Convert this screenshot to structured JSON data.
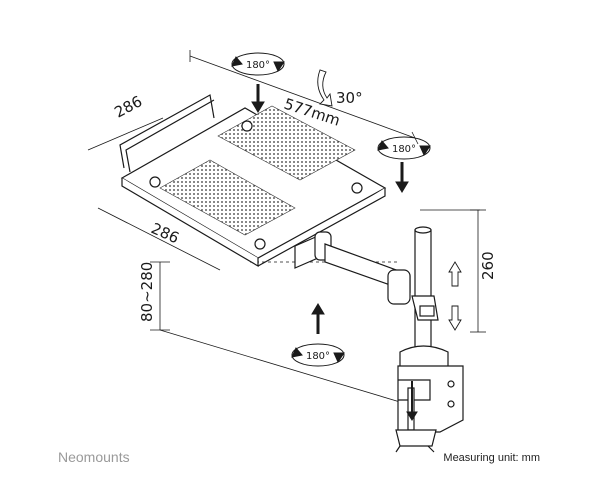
{
  "dimensions": {
    "tray_depth": "286",
    "tray_width": "286",
    "arm_length": "577mm",
    "tilt_angle": "30°",
    "pole_height": "260",
    "height_range": "80~280"
  },
  "rotations": {
    "top_left": "180°",
    "top_right": "180°",
    "bottom": "180°"
  },
  "footer": {
    "brand": "Neomounts",
    "measuring_unit": "Measuring unit: mm"
  },
  "colors": {
    "line": "#1a1a1a",
    "brand": "#9a9a9a"
  }
}
